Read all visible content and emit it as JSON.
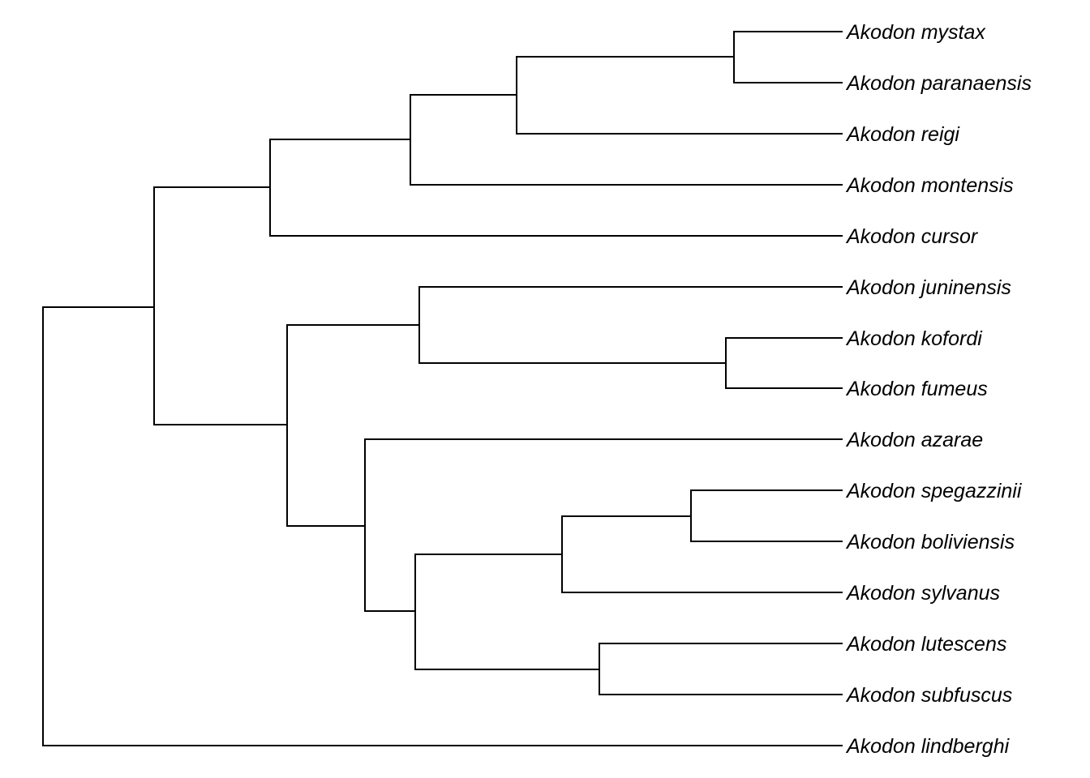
{
  "tree": {
    "tips": [
      "Akodon mystax",
      "Akodon paranaensis",
      "Akodon reigi",
      "Akodon montensis",
      "Akodon cursor",
      "Akodon juninensis",
      "Akodon kofordi",
      "Akodon fumeus",
      "Akodon azarae",
      "Akodon spegazzinii",
      "Akodon boliviensis",
      "Akodon sylvanus",
      "Akodon lutescens",
      "Akodon subfuscus",
      "Akodon lindberghi"
    ],
    "topology": "(((((Akodon mystax,Akodon paranaensis),Akodon reigi),Akodon montensis),Akodon cursor),((Akodon juninensis,(Akodon kofordi,Akodon fumeus)),(Akodon azarae,(((Akodon spegazzinii,Akodon boliviensis),Akodon sylvanus),(Akodon lutescens,Akodon subfuscus))))),Akodon lindberghi)",
    "line_color": "#000000",
    "label_color": "#000000"
  }
}
